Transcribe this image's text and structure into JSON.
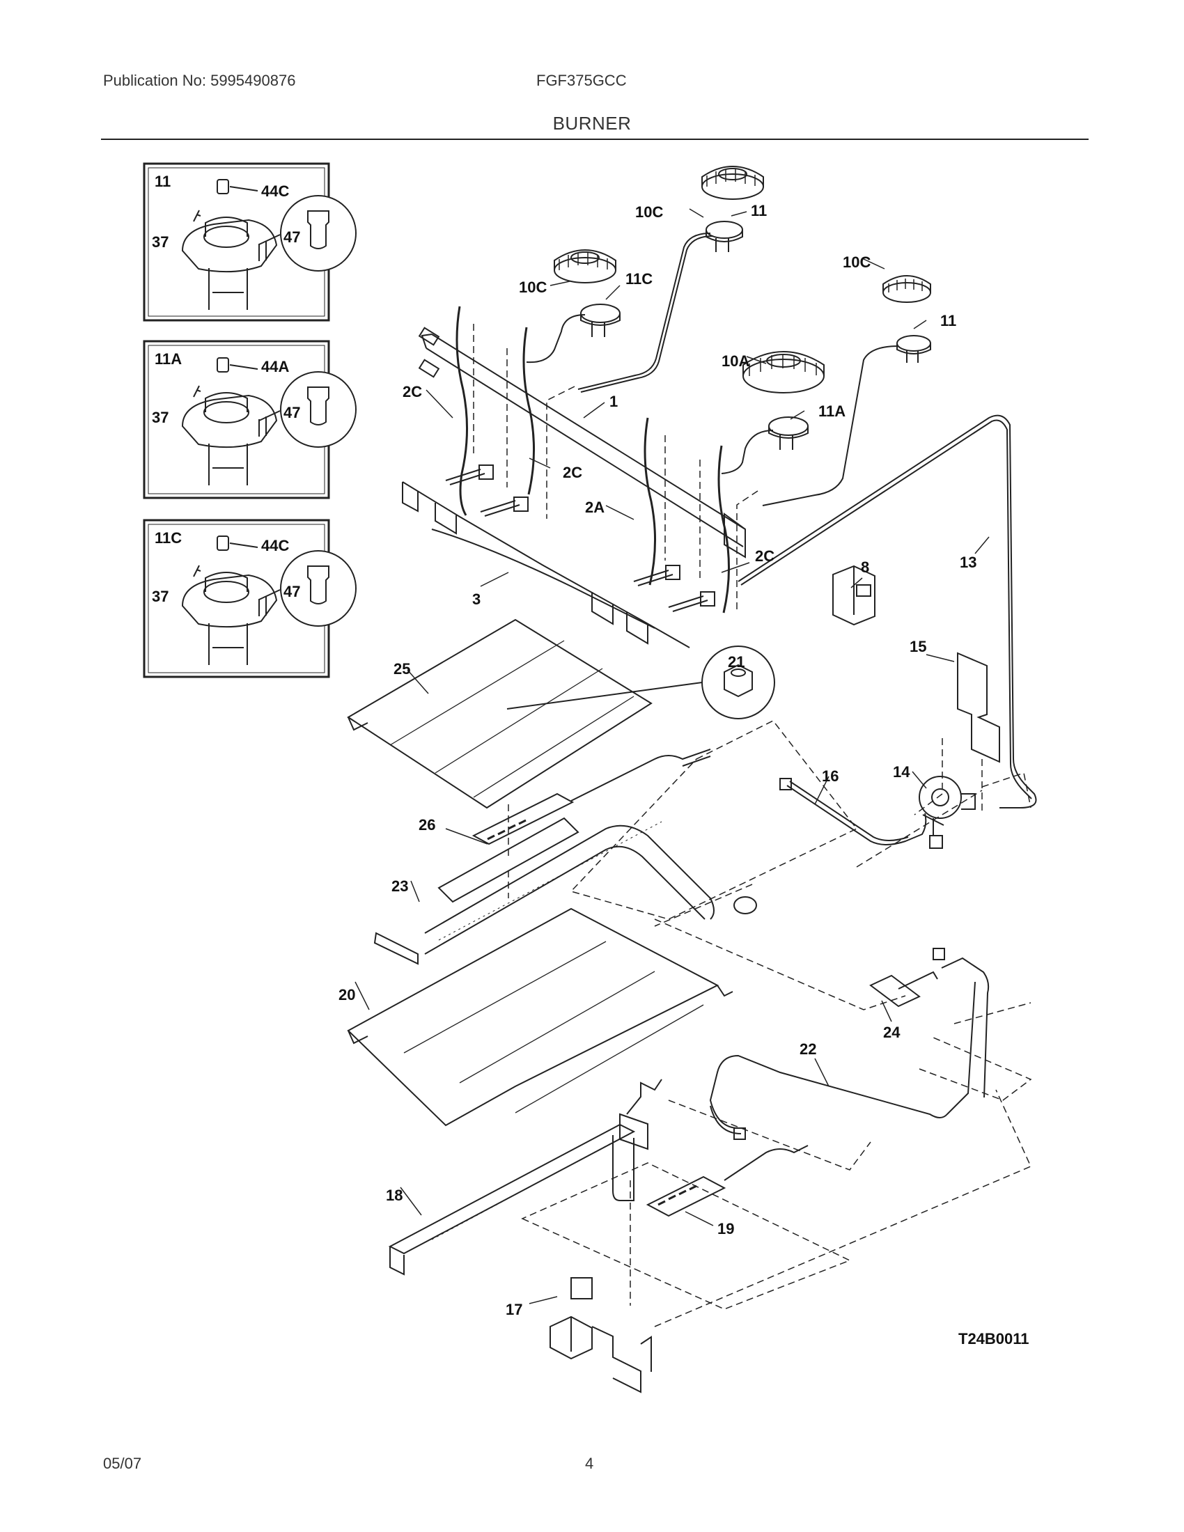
{
  "header": {
    "publication": "Publication No: 5995490876",
    "model": "FGF375GCC",
    "title": "BURNER"
  },
  "insets": [
    {
      "id": "11",
      "labels": [
        "11",
        "44C",
        "37",
        "47"
      ]
    },
    {
      "id": "11A",
      "labels": [
        "11A",
        "44A",
        "37",
        "47"
      ]
    },
    {
      "id": "11C",
      "labels": [
        "11C",
        "44C",
        "37",
        "47"
      ]
    }
  ],
  "callouts": {
    "c10c_top": "10C",
    "c11_top": "11",
    "c10c_mid": "10C",
    "c11c": "11C",
    "c10c_right": "10C",
    "c11_right": "11",
    "c10a": "10A",
    "c11a": "11A",
    "c1": "1",
    "c2c_left": "2C",
    "c2c_mid": "2C",
    "c2a": "2A",
    "c2c_right": "2C",
    "c3": "3",
    "c8": "8",
    "c13": "13",
    "c15": "15",
    "c21": "21",
    "c25": "25",
    "c26": "26",
    "c23": "23",
    "c16": "16",
    "c14": "14",
    "c20": "20",
    "c24": "24",
    "c22": "22",
    "c18": "18",
    "c19": "19",
    "c17": "17"
  },
  "footer": {
    "date": "05/07",
    "page": "4",
    "drawing_code": "T24B0011"
  }
}
